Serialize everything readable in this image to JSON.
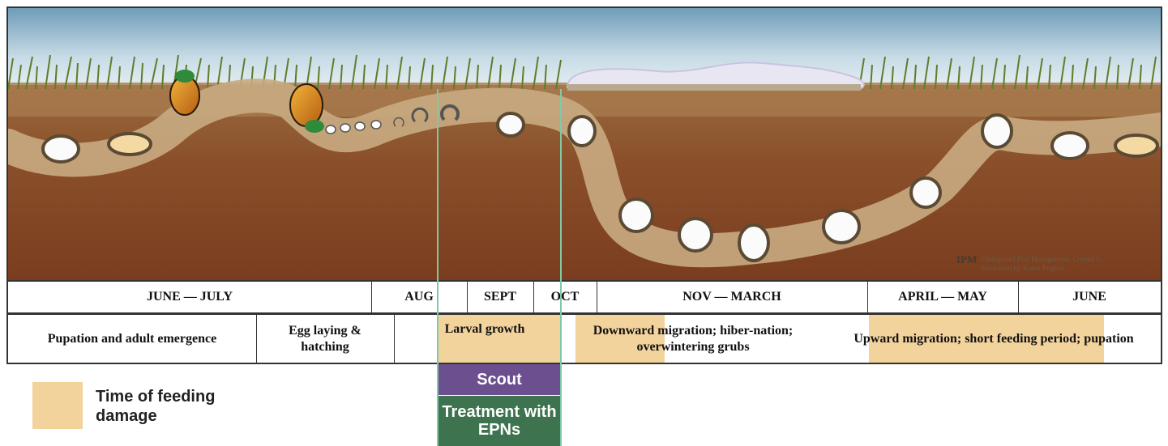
{
  "credit": {
    "logo": "IPM",
    "line1": "©Integrated Pest Management, Cornell U.",
    "line2": "illustration by Karen English"
  },
  "months": [
    "JUNE — JULY",
    "AUG",
    "SEPT",
    "OCT",
    "NOV — MARCH",
    "APRIL — MAY",
    "JUNE"
  ],
  "stages": [
    "Pupation and adult emergence",
    "Egg laying & hatching",
    "Larval growth",
    "Downward migration; hiber-nation; overwintering grubs",
    "Upward migration; short feeding period; pupation"
  ],
  "actions": {
    "scout": "Scout",
    "treatment": "Treatment with EPNs"
  },
  "legend": {
    "label": "Time of feeding damage",
    "color": "#f3d39c"
  },
  "colors": {
    "feeding": "#f3d39c",
    "scout": "#6c4f8e",
    "treatment": "#3e7350",
    "guide": "#7fc9a8"
  }
}
